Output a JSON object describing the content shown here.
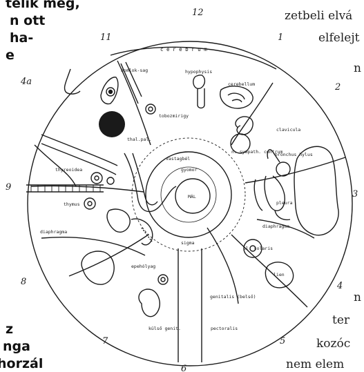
{
  "left_text": {
    "top": [
      "telik meg,",
      "n ott",
      "ha-",
      "e"
    ],
    "bottom": [
      "z",
      "nga",
      "horzál"
    ]
  },
  "right_text": [
    "zetbeli elvá",
    "elfelejt",
    "n",
    "n",
    "ter",
    "kozóc",
    "nem elem"
  ],
  "diagram": {
    "numbers": [
      "12",
      "11",
      "1",
      "4a",
      "2",
      "3",
      "9",
      "8",
      "7",
      "6",
      "5",
      "4"
    ],
    "labels": {
      "cerebrum": "c e r e b r u m",
      "hypophysis": "hypophysis",
      "cerebellum": "cerebellum",
      "homlok": "homlok-sag",
      "tobozmirigy": "tobozmirigy",
      "thal": "thal.pal.",
      "clavicula": "clavicula",
      "n_sympath": "n. sympath. centrum",
      "bronchus": "bronchus hylus",
      "vastagbel": "vastagbél",
      "gyomor": "gyomor",
      "thyreoidea": "thyreoidea",
      "thymus": "thymus",
      "mal": "MÁL",
      "pleura": "pleura",
      "diaphragma_left": "diaphragma",
      "diaphragma_right": "diaphragma",
      "sigma": "sigma",
      "pl_solaris": "pl. solaris",
      "epehólyag": "epehólyag",
      "lien": "lien",
      "genitalis": "genitalis (belső)",
      "kulso_genit": "külső genit.",
      "pectoralis": "pectoralis"
    }
  }
}
